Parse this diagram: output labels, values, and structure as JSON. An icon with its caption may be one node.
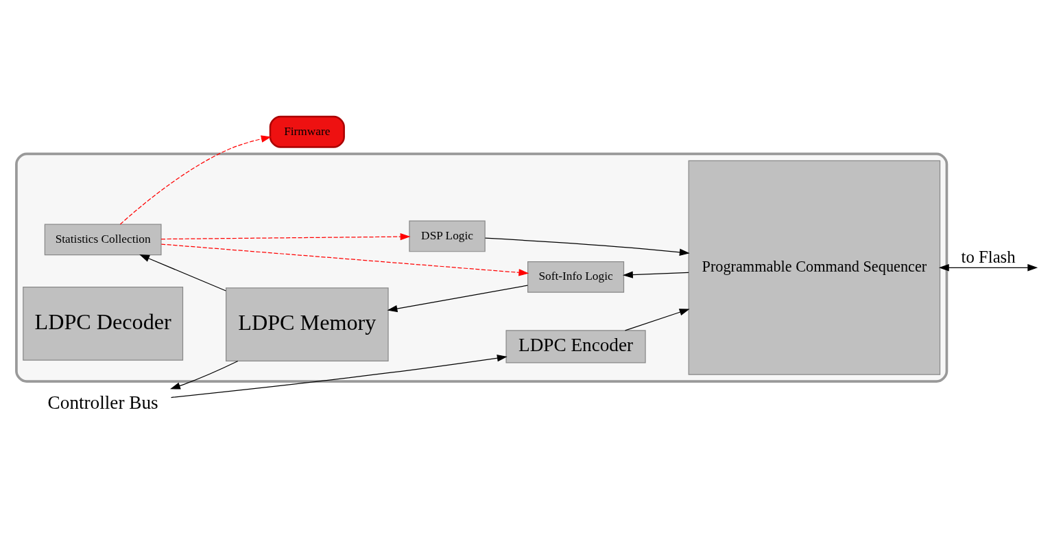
{
  "diagram": {
    "nodes": [
      {
        "text": [],
        "shape": "box"
      },
      {
        "text": [
          "Firmware"
        ]
      },
      {
        "text": [
          "LDPC Encoder"
        ],
        "in": 0
      },
      {
        "text": [
          "Programmable Command Sequencer"
        ],
        "in": 0
      },
      {
        "text": [
          "Statistics Collection"
        ],
        "in": 0
      },
      {
        "text": [
          "LDPC Decoder"
        ],
        "in": 0
      },
      {
        "text": [
          "LDPC Memory"
        ],
        "in": 0
      },
      {
        "text": [
          "DSP Logic"
        ],
        "in": 0
      },
      {
        "text": [
          "Soft-Info Logic"
        ],
        "in": 0
      },
      {
        "text": [
          "Controller Bus"
        ]
      }
    ],
    "edges": [
      {
        "from": 9,
        "to": 2,
        "arrow": "to"
      },
      {
        "from": 2,
        "to": 3,
        "arrow": "to"
      },
      {
        "from": 7,
        "to": 3,
        "arrow": "to"
      },
      {
        "from": 3,
        "to": 8,
        "arrow": "to"
      },
      {
        "from": 8,
        "to": 6,
        "arrow": "to"
      },
      {
        "from": 6,
        "to": 9,
        "arrow": "to"
      },
      {
        "from": 6,
        "to": 4,
        "arrow": "to"
      },
      {
        "from": 4,
        "to": 1,
        "arrow": "to",
        "style": "dashed",
        "color": "#ff0000"
      },
      {
        "from": 4,
        "to": 7,
        "arrow": "to",
        "style": "dashed",
        "color": "#ff0000"
      },
      {
        "from": 4,
        "to": 8,
        "arrow": "to",
        "style": "dashed",
        "color": "#ff0000"
      },
      {
        "from": 3,
        "to": null,
        "arrow": "both",
        "label": "to Flash"
      }
    ]
  }
}
